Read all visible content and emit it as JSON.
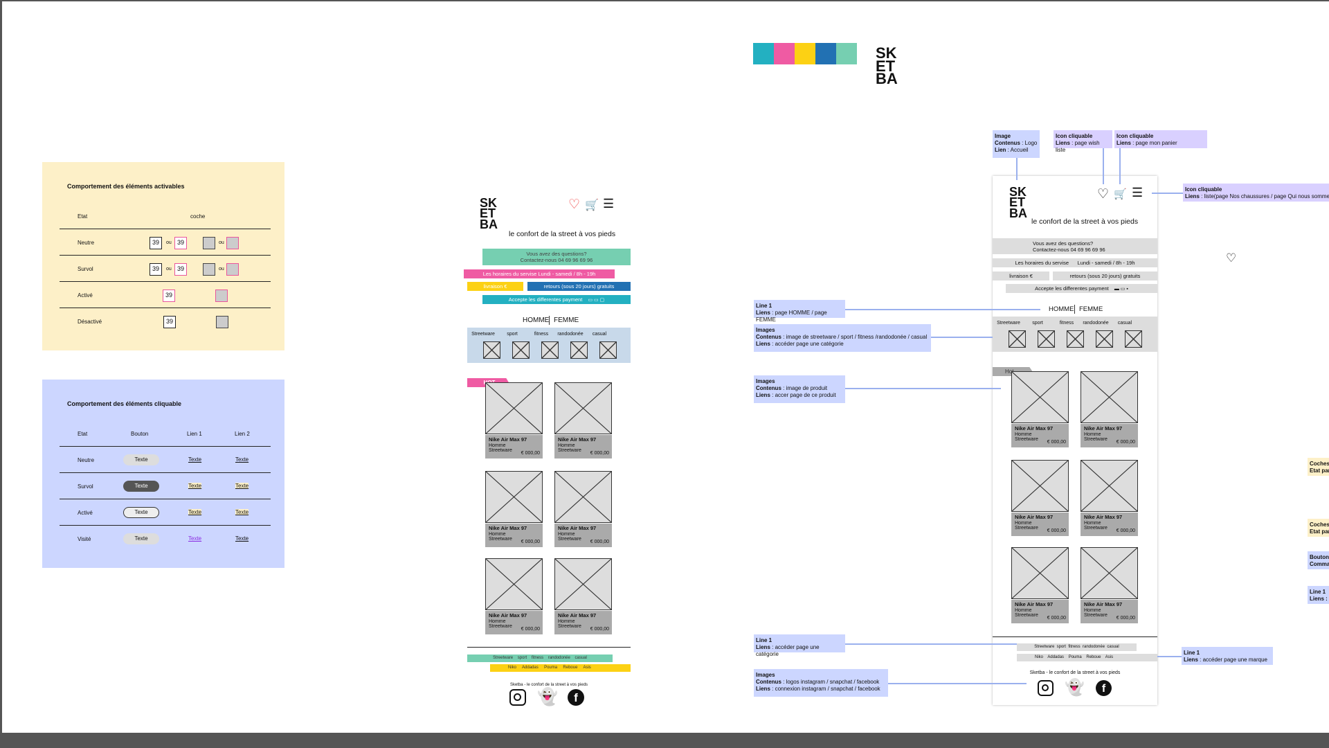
{
  "colors": {
    "swatches": [
      "#23b0c1",
      "#ef5ba3",
      "#fcd114",
      "#2271b3",
      "#76cfb1"
    ],
    "panel_yellow": "#fdf0c8",
    "panel_blue": "#ccd6ff",
    "annotation_blue": "#ccd6ff",
    "annotation_purple": "#d9d0ff"
  },
  "logo": {
    "line1": "SK",
    "line2": "ET",
    "line3": "BA"
  },
  "activables": {
    "title": "Comportement des éléments activables",
    "col_etat": "Etat",
    "col_coche": "coche",
    "rows": [
      {
        "state": "Neutre"
      },
      {
        "state": "Survol"
      },
      {
        "state": "Activé"
      },
      {
        "state": "Désactivé"
      }
    ],
    "box_value": "39",
    "ou": "ou"
  },
  "cliquables": {
    "title": "Comportement des éléments cliquable",
    "col_etat": "Etat",
    "col_bouton": "Bouton",
    "col_lien1": "Lien 1",
    "col_lien2": "Lien 2",
    "rows": [
      {
        "state": "Neutre"
      },
      {
        "state": "Survol"
      },
      {
        "state": "Activé"
      },
      {
        "state": "Visité"
      }
    ],
    "button_text": "Texte",
    "link_text": "Texte"
  },
  "mockup": {
    "tagline": "le confort de la street à vos pieds",
    "contact_line1": "Vous avez des questions?",
    "contact_line2": "Contactez-nous  04 69 96 69 96",
    "horaires": "Les horaires du servise    Lundi - samedi / 8h - 19h",
    "horaires_a": "Les horaires du servise",
    "horaires_b": "Lundi - samedi / 8h - 19h",
    "livraison": "livraison €",
    "retours": "retours (sous 20 jours)  gratuits",
    "payment": "Accepte les differentes payment",
    "nav_homme": "HOMME",
    "nav_femme": "FEMME",
    "categories": [
      "Streetware",
      "sport",
      "fitness",
      "randodonée",
      "casual"
    ],
    "hot_badge": "HOT",
    "hot_badge_alt": "Hot",
    "product_name": "Nike Air Max 97",
    "product_gender": "Homme",
    "product_category": "Streetware",
    "product_price": "€ 000,00",
    "footer_categories": [
      "Streetware",
      "sport",
      "fitness",
      "randodonée",
      "casual"
    ],
    "footer_brands": [
      "Niko",
      "Addadas",
      "Pouma",
      "Reboue",
      "Asis"
    ],
    "footer_tagline": "Sketba - le confort de la street à vos pieds"
  },
  "annotations": {
    "logo": {
      "t1": "Image",
      "t2k": "Contenus",
      "t2v": " : Logo",
      "t3k": "Lien",
      "t3v": " : Accueil"
    },
    "wish": {
      "t1": "Icon cliquable",
      "t2k": "Liens",
      "t2v": " : page wish liste"
    },
    "panier": {
      "t1": "Icon cliquable",
      "t2k": "Liens",
      "t2v": " : page mon panier"
    },
    "menu": {
      "t1": "Icon cliquable",
      "t2k": "Liens",
      "t2v": " : liste(page Nos chaussures / page  Qui nous sommes / p"
    },
    "line_homme": {
      "t1": "Line 1",
      "t2k": "Liens",
      "t2v": " : page HOMME / page  FEMME"
    },
    "images_cat": {
      "t1": "Images",
      "t2k": "Contenus",
      "t2v": " : image  de streetware / sport / fitness /randodonée / casual",
      "t3k": "Liens",
      "t3v": " : accéder page une catégorie"
    },
    "images_prod": {
      "t1": "Images",
      "t2k": "Contenus",
      "t2v": " : image de produit",
      "t3k": "Liens",
      "t3v": " : accer page de ce produit"
    },
    "line_cat": {
      "t1": "Line 1",
      "t2k": "Liens",
      "t2v": " : accéder page une catégorie"
    },
    "logos_social": {
      "t1": "Images",
      "t2k": "Contenus",
      "t2v": " : logos instagram / snapchat / facebook",
      "t3k": "Liens",
      "t3v": " : connexion  instagram / snapchat / facebook"
    },
    "line_marque": {
      "t1": "Line 1",
      "t2k": "Liens",
      "t2v": " : accéder page une marque"
    },
    "edge_coches1": {
      "t1": "Coches",
      "t2": "Etat par d"
    },
    "edge_coches2": {
      "t1": "Coches",
      "t2": "Etat par d"
    },
    "edge_bouton": {
      "t1": "Bouton",
      "t2": "Command"
    },
    "edge_line": {
      "t1": "Line 1",
      "t2": "Liens : a"
    }
  }
}
